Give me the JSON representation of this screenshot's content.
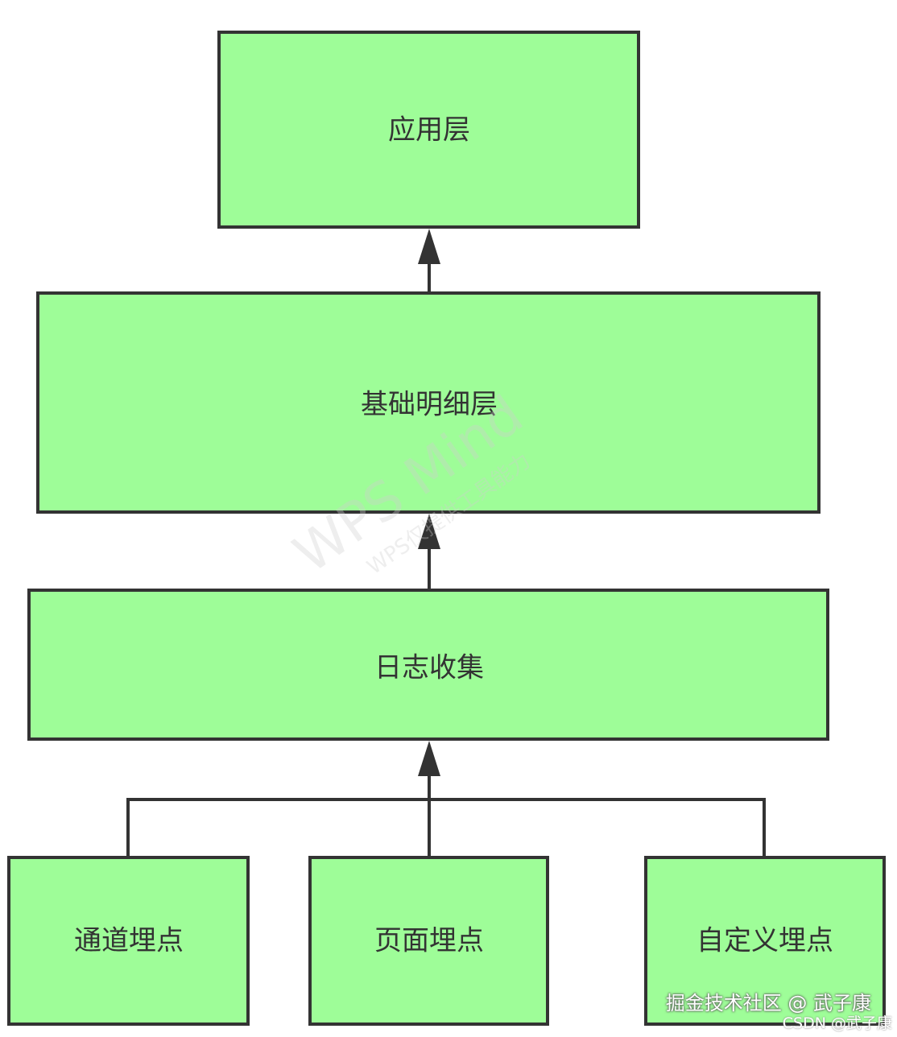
{
  "nodes": {
    "app_layer": "应用层",
    "base_detail_layer": "基础明细层",
    "log_collection": "日志收集",
    "channel_tracking": "通道埋点",
    "page_tracking": "页面埋点",
    "custom_tracking": "自定义埋点"
  },
  "watermark": {
    "main": "WPS Mind",
    "sub": "WPS仅提供工具能力"
  },
  "credits": {
    "juejin": "掘金技术社区 @ 武子康",
    "csdn": "CSDN @武子康"
  }
}
